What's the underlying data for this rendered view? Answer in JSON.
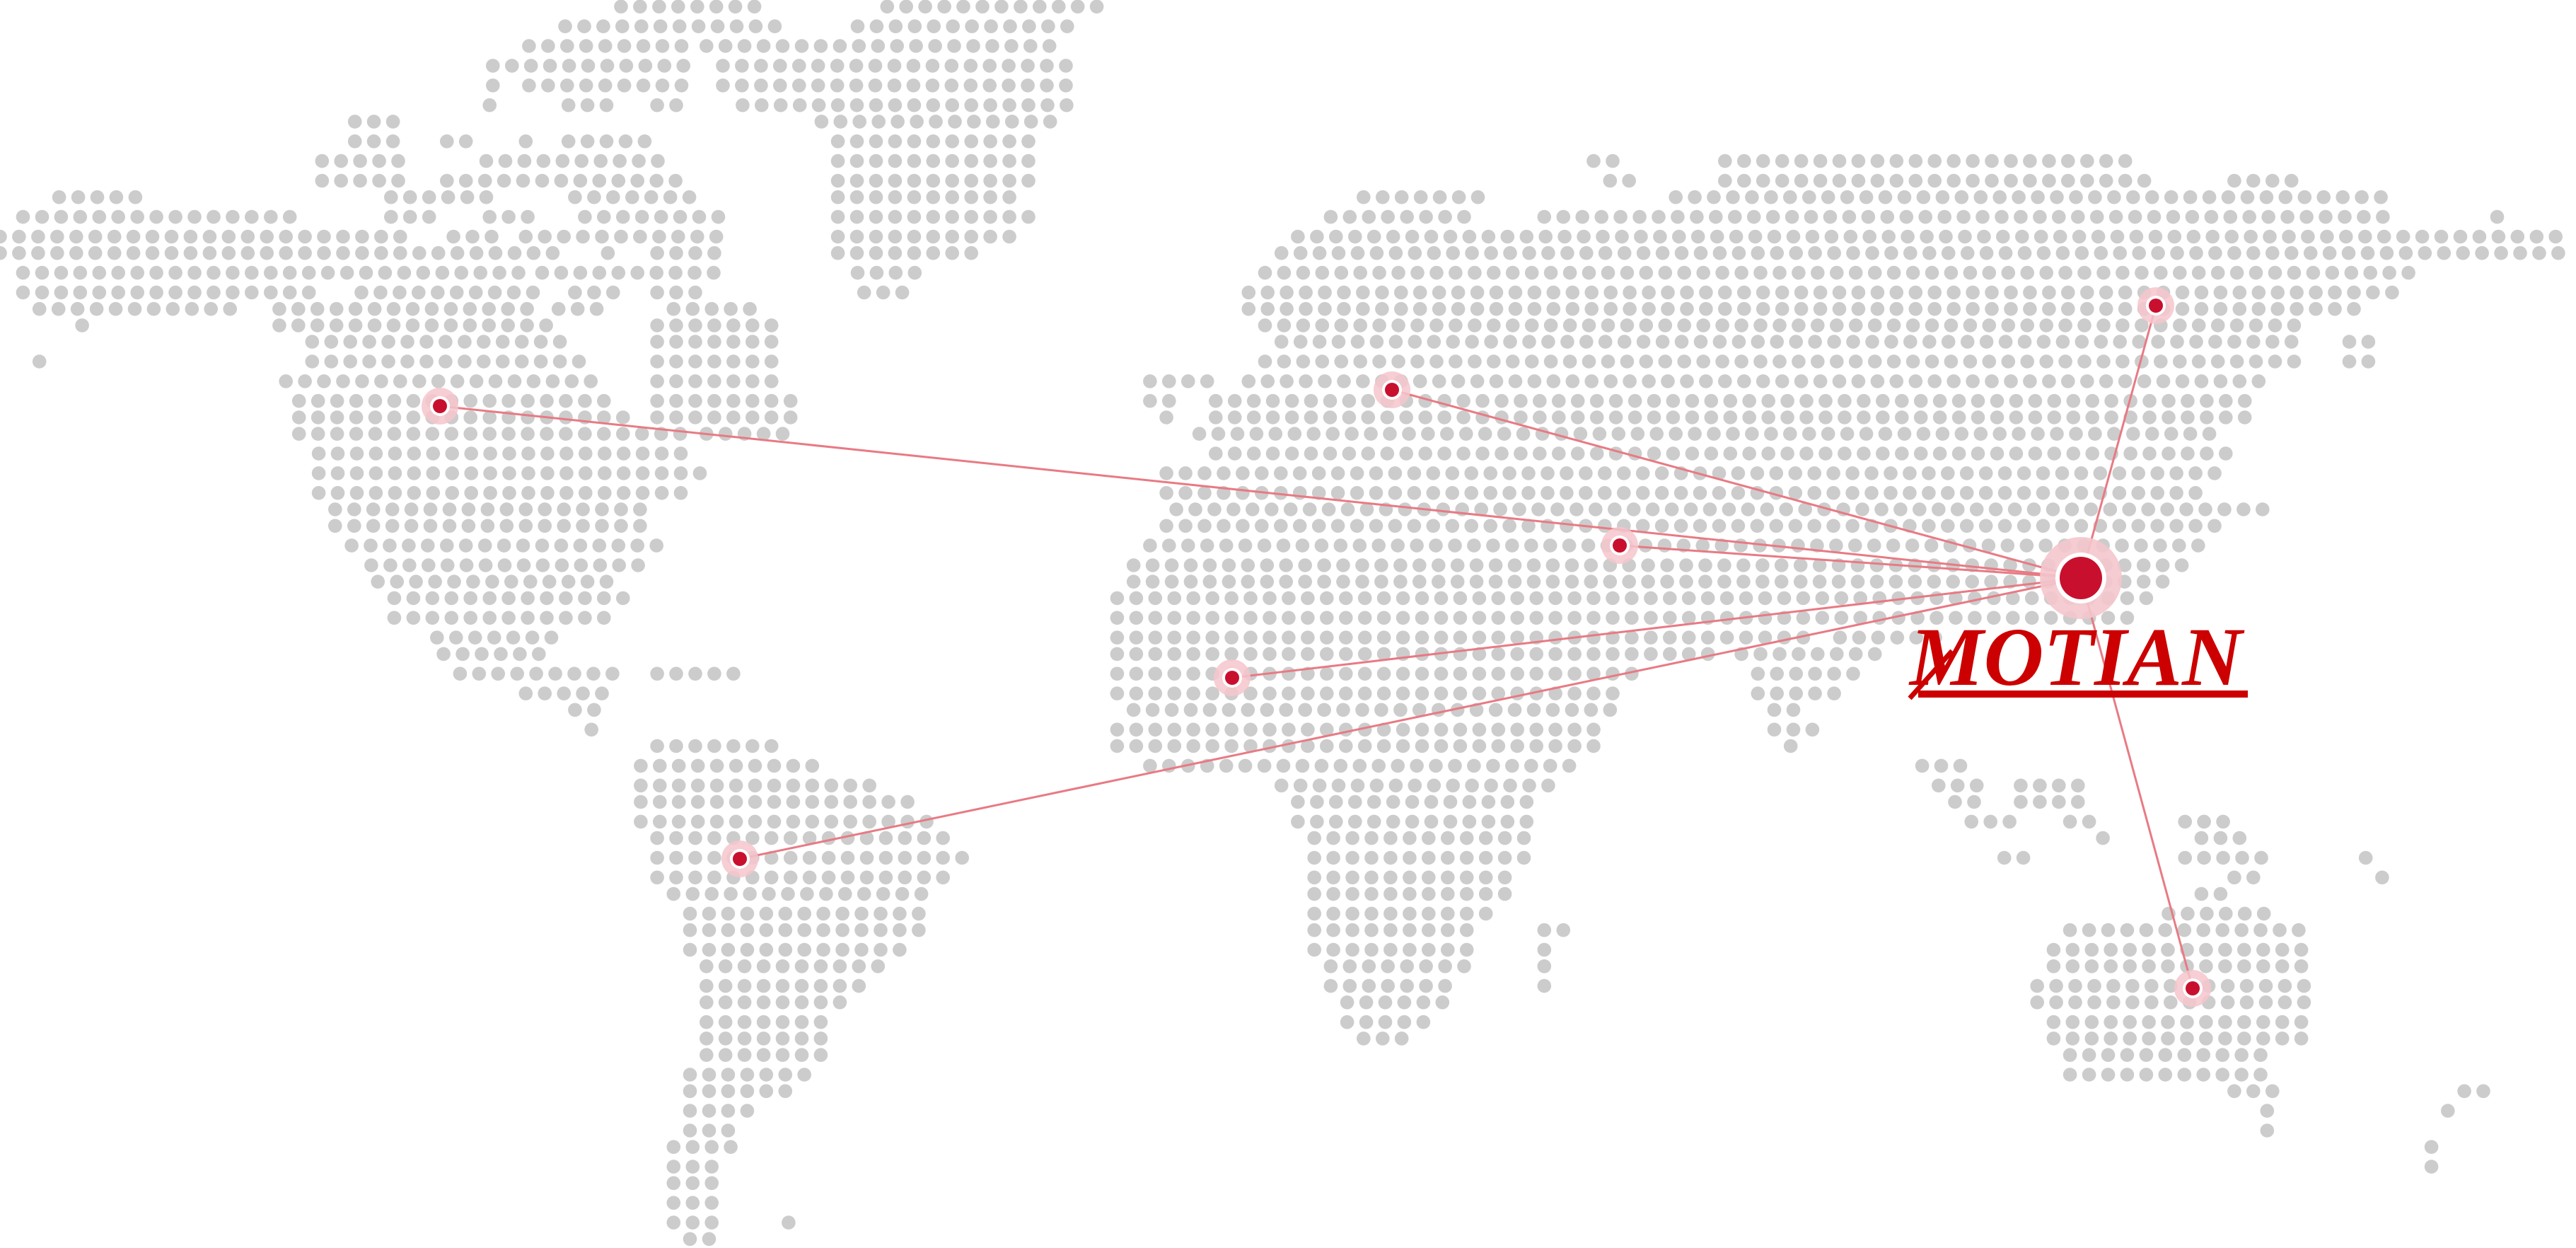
{
  "brand": {
    "name": "MOTIAN",
    "color": "#cc0000"
  },
  "colors": {
    "land_dot": "#cccccc",
    "route": "#e87a84",
    "node": "#c8102e",
    "halo": "#f4c6cc"
  },
  "hub": {
    "id": "hub-east-asia"
  },
  "destinations": [
    {
      "id": "dest-north-america"
    },
    {
      "id": "dest-south-america"
    },
    {
      "id": "dest-western-africa"
    },
    {
      "id": "dest-europe"
    },
    {
      "id": "dest-middle-east"
    },
    {
      "id": "dest-northeast-asia"
    },
    {
      "id": "dest-australia"
    }
  ]
}
